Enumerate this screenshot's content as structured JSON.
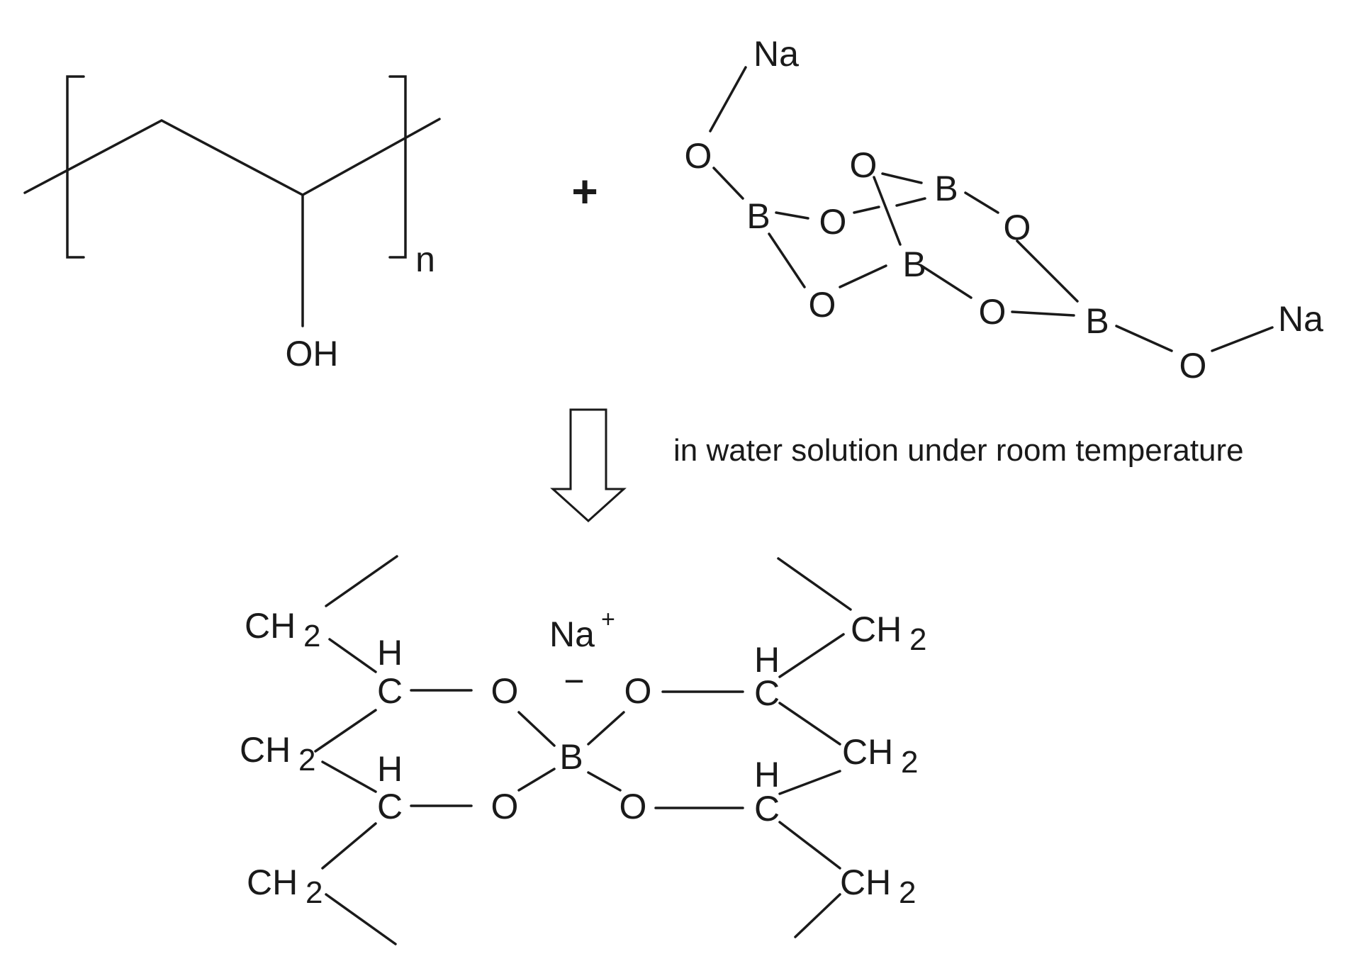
{
  "reactants": {
    "pva": {
      "oh": "OH",
      "subscript": "n"
    },
    "plus": "+",
    "borax": {
      "na_top": "Na",
      "na_right": "Na",
      "o_top": "O",
      "b_left": "B",
      "o_ring_upper": "O",
      "o_bridge": "O",
      "b_upper_right": "B",
      "o_right": "O",
      "b_center": "B",
      "o_lower_left": "O",
      "o_lower_mid": "O",
      "b_lower_right": "B",
      "o_bottom": "O"
    }
  },
  "condition": "in water solution under room temperature",
  "product": {
    "cation": "Na",
    "cation_charge": "+",
    "anion_charge": "−",
    "boron": "B",
    "oxygen": "O",
    "carbon": "C",
    "hydrogen": "H",
    "ch": "CH",
    "ch_sub": "2"
  }
}
